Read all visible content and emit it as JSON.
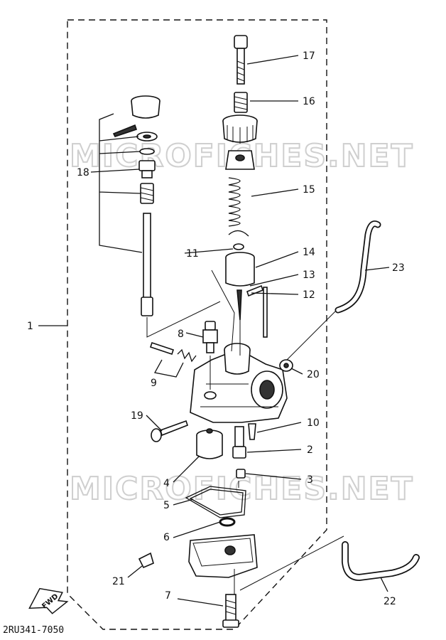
{
  "diagram": {
    "drawing_code": "2RU341-7050",
    "fwd_label": "FWD",
    "watermark_top": "MICROFICHES.NET",
    "watermark_bottom": "MICROFICHES.NET",
    "callouts": [
      "1",
      "2",
      "3",
      "4",
      "5",
      "6",
      "7",
      "8",
      "9",
      "10",
      "11",
      "12",
      "13",
      "14",
      "15",
      "16",
      "17",
      "18",
      "19",
      "20",
      "21",
      "22",
      "23"
    ]
  }
}
